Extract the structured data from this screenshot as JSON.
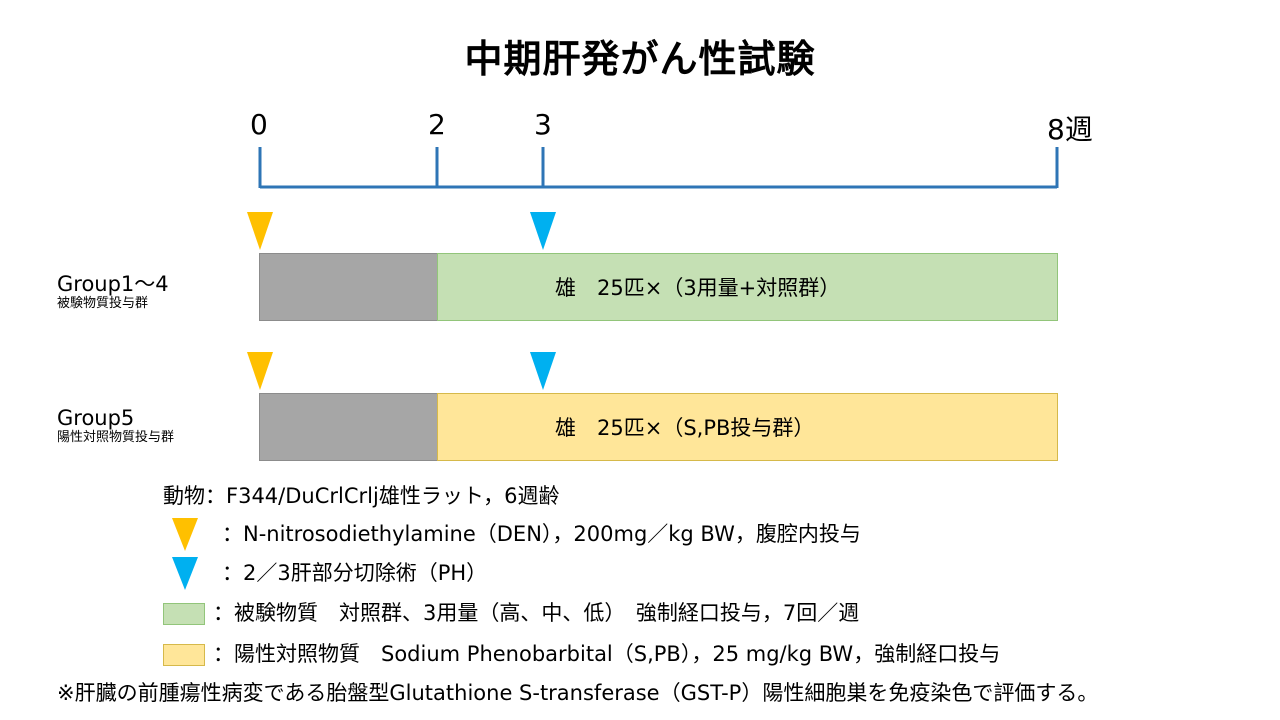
{
  "title": "中期肝発がん性試験",
  "timeline": {
    "ticks": [
      "0",
      "2",
      "3",
      "8週"
    ],
    "axis_color": "#2e75b6"
  },
  "colors": {
    "den_marker": "#ffc000",
    "ph_marker": "#00b0f0",
    "gray_bar": "#a6a6a6",
    "test_bar": "#c5e0b4",
    "control_bar": "#ffe699"
  },
  "groups": [
    {
      "label": "Group1～4",
      "sublabel": "被験物質投与群",
      "bar_text": "雄　25匹×（3用量+対照群）"
    },
    {
      "label": "Group5",
      "sublabel": "陽性対照物質投与群",
      "bar_text": "雄　25匹×（S,PB投与群）"
    }
  ],
  "legend": {
    "animal": "動物：F344/DuCrlCrlj雄性ラット，6週齢",
    "den": "：N-nitrosodiethylamine（DEN），200mg／kg BW，腹腔内投与",
    "ph": "：2／3肝部分切除術（PH）",
    "test": "：被験物質　対照群、3用量（高、中、低）　強制経口投与，7回／週",
    "control": "：陽性対照物質　Sodium Phenobarbital（S,PB），25 mg/kg BW，強制経口投与"
  },
  "footnote": "※肝臓の前腫瘍性病変である胎盤型Glutathione S-transferase（GST-P）陽性細胞巣を免疫染色で評価する。"
}
